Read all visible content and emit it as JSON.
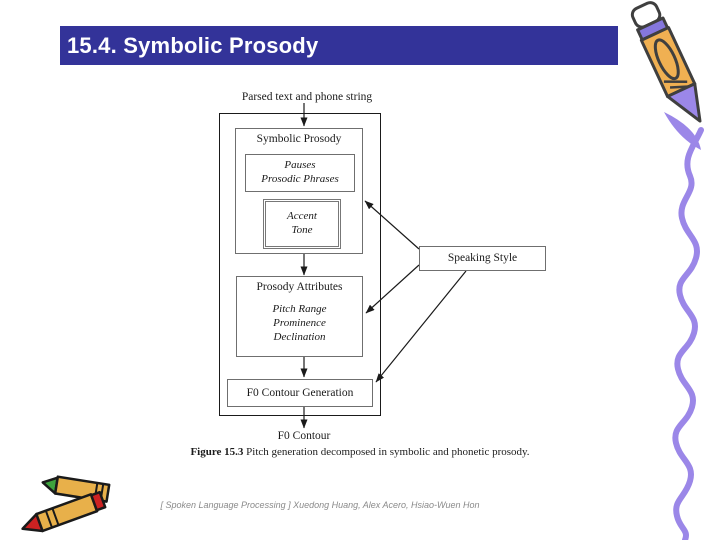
{
  "header": {
    "title": "15.4. Symbolic Prosody"
  },
  "diagram": {
    "input_label": "Parsed text and phone string",
    "symbolic_prosody": {
      "title": "Symbolic Prosody",
      "pauses": [
        "Pauses",
        "Prosodic Phrases"
      ],
      "accent": [
        "Accent",
        "Tone"
      ]
    },
    "prosody_attributes": {
      "title": "Prosody Attributes",
      "items": [
        "Pitch Range",
        "Prominence",
        "Declination"
      ]
    },
    "f0_generation": "F0 Contour Generation",
    "speaking_style": "Speaking Style",
    "output_label": "F0 Contour"
  },
  "caption": {
    "label": "Figure 15.3",
    "text": " Pitch generation decomposed in symbolic and phonetic prosody."
  },
  "footer": {
    "credits": "[ Spoken Language Processing ]  Xuedong Huang, Alex Acero, Hsiao-Wuen Hon"
  },
  "decorations": {
    "pencil_icon": "pencil drawing a wavy line",
    "crayons_icon": "two crossed crayons",
    "squiggle": "purple wavy pencil stroke"
  },
  "colors": {
    "header_bg": "#333399",
    "header_text": "#ffffff",
    "diagram_line": "#1a1a1a",
    "box_border": "#6f6f6f",
    "footer_text": "#8a8a8a",
    "squiggle": "#9b87e8",
    "pencil_body": "#f0b052",
    "pencil_accent": "#8577dd",
    "crayon_body": "#e8b04a",
    "crayon_red": "#cc2222",
    "crayon_green": "#3da33d"
  }
}
